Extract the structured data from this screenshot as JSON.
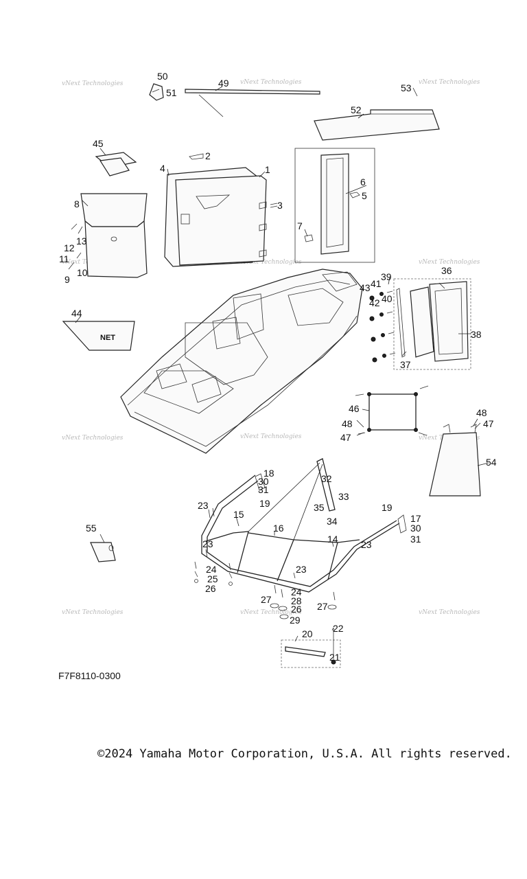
{
  "watermark": "vNext Technologies",
  "figure_code": "F7F8110-0300",
  "copyright": "©2024 Yamaha Motor Corporation, U.S.A. All rights reserved.",
  "net_label": "NET",
  "callouts": [
    "1",
    "2",
    "3",
    "4",
    "5",
    "6",
    "7",
    "8",
    "9",
    "10",
    "11",
    "12",
    "13",
    "14",
    "15",
    "16",
    "17",
    "18",
    "19",
    "19",
    "20",
    "21",
    "22",
    "23",
    "23",
    "23",
    "23",
    "24",
    "24",
    "25",
    "26",
    "26",
    "27",
    "27",
    "28",
    "29",
    "30",
    "30",
    "31",
    "31",
    "32",
    "33",
    "34",
    "35",
    "36",
    "37",
    "38",
    "39",
    "40",
    "41",
    "42",
    "43",
    "44",
    "45",
    "46",
    "47",
    "47",
    "48",
    "48",
    "49",
    "50",
    "51",
    "52",
    "53",
    "54",
    "55"
  ]
}
